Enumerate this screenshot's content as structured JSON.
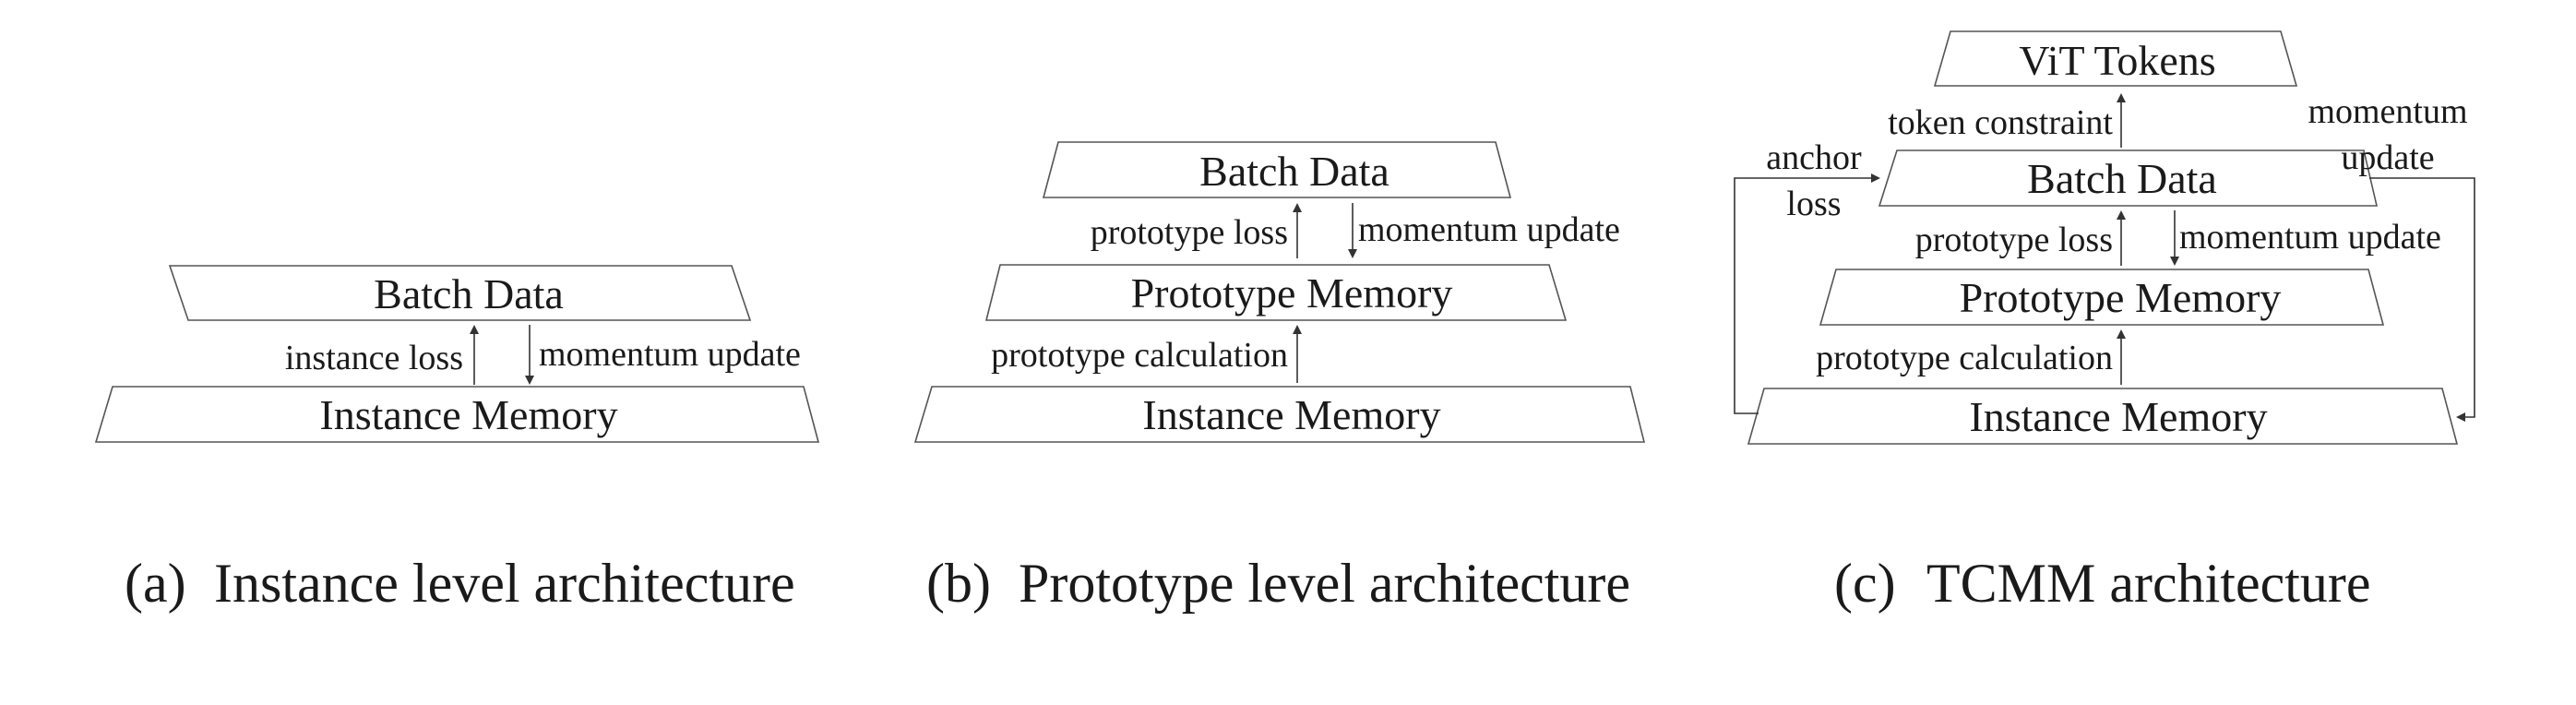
{
  "panels": [
    {
      "id": "a",
      "caption_tag": "(a)",
      "caption_text": "Instance level architecture",
      "boxes": {
        "batch_data": "Batch Data",
        "instance_memory": "Instance Memory"
      },
      "edges": {
        "instance_loss": "instance loss",
        "momentum_update": "momentum update"
      }
    },
    {
      "id": "b",
      "caption_tag": "(b)",
      "caption_text": "Prototype level architecture",
      "boxes": {
        "batch_data": "Batch Data",
        "prototype_memory": "Prototype Memory",
        "instance_memory": "Instance Memory"
      },
      "edges": {
        "prototype_loss": "prototype loss",
        "momentum_update": "momentum update",
        "prototype_calculation": "prototype calculation"
      }
    },
    {
      "id": "c",
      "caption_tag": "(c)",
      "caption_text": "TCMM architecture",
      "boxes": {
        "vit_tokens": "ViT Tokens",
        "batch_data": "Batch Data",
        "prototype_memory": "Prototype Memory",
        "instance_memory": "Instance Memory"
      },
      "edges": {
        "token_constraint": "token constraint",
        "anchor_line1": "anchor",
        "anchor_line2": "loss",
        "momentum_line1": "momentum",
        "momentum_line2": "update",
        "prototype_loss": "prototype loss",
        "momentum_update": "momentum update",
        "prototype_calculation": "prototype calculation"
      }
    }
  ]
}
